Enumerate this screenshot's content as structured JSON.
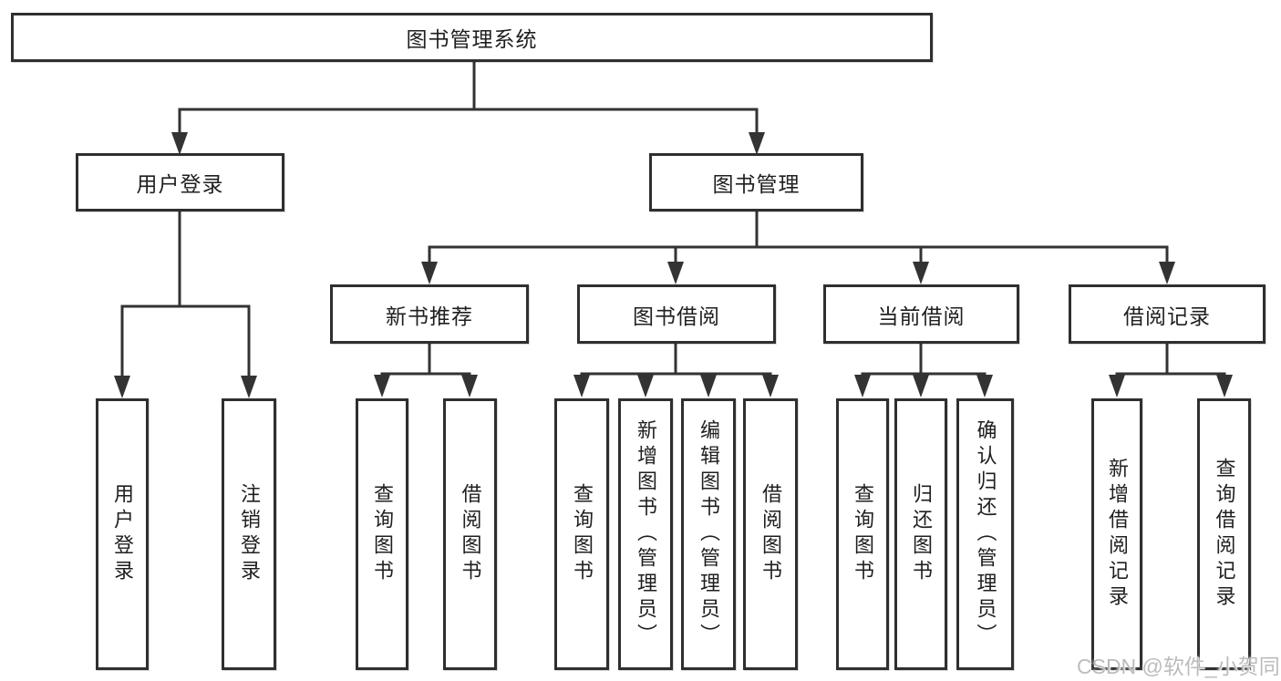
{
  "diagram": {
    "root": {
      "label": "图书管理系统"
    },
    "level2": [
      {
        "label": "用户登录"
      },
      {
        "label": "图书管理"
      }
    ],
    "level3": [
      {
        "label": "新书推荐"
      },
      {
        "label": "图书借阅"
      },
      {
        "label": "当前借阅"
      },
      {
        "label": "借阅记录"
      }
    ],
    "leaves": [
      {
        "label": "用户登录"
      },
      {
        "label": "注销登录"
      },
      {
        "label": "查询图书"
      },
      {
        "label": "借阅图书"
      },
      {
        "label": "查询图书"
      },
      {
        "label": "新增图书（管理员）"
      },
      {
        "label": "编辑图书（管理员）"
      },
      {
        "label": "借阅图书"
      },
      {
        "label": "查询图书"
      },
      {
        "label": "归还图书"
      },
      {
        "label": "确认归还（管理员）"
      },
      {
        "label": "新增借阅记录"
      },
      {
        "label": "查询借阅记录"
      }
    ],
    "watermark": "CSDN @软件_小贺同学",
    "colors": {
      "line": "#333333",
      "box_border": "#2f2f2f",
      "text": "#1f1f1f",
      "watermark": "#bcbcbc",
      "background": "#ffffff"
    }
  }
}
